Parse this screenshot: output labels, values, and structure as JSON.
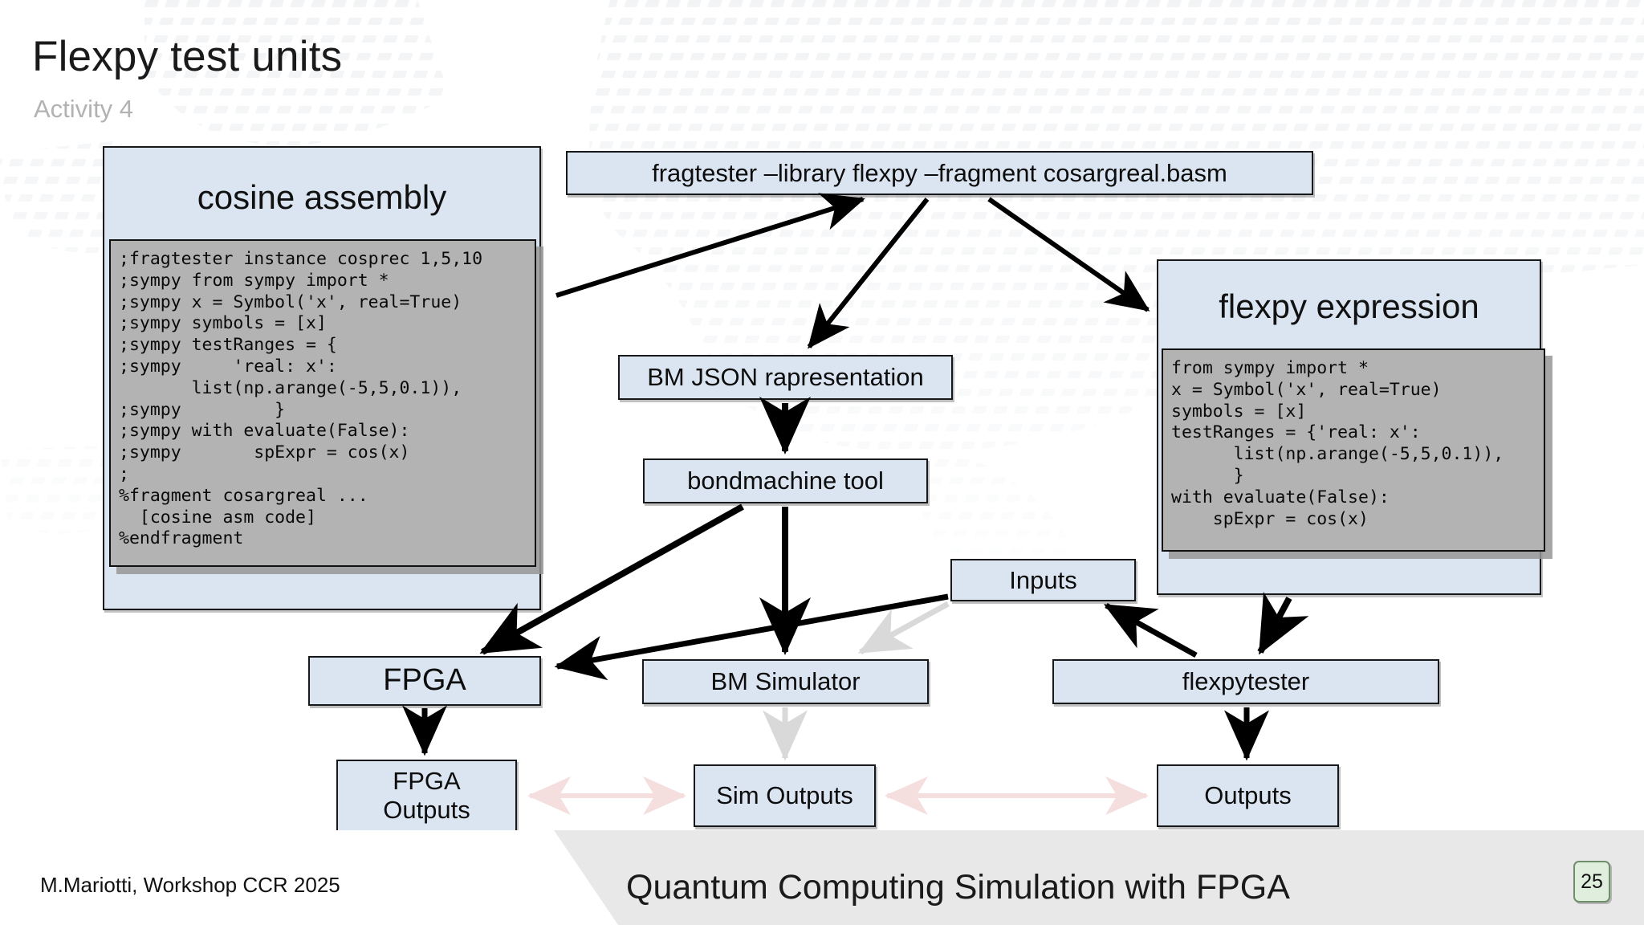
{
  "header": {
    "title": "Flexpy test units",
    "subtitle": "Activity 4"
  },
  "panels": {
    "cosine_assembly": {
      "title": "cosine assembly",
      "code": ";fragtester instance cosprec 1,5,10\n;sympy from sympy import *\n;sympy x = Symbol('x', real=True)\n;sympy symbols = [x]\n;sympy testRanges = {\n;sympy     'real: x':\n       list(np.arange(-5,5,0.1)),\n;sympy         }\n;sympy with evaluate(False):\n;sympy       spExpr = cos(x)\n;\n%fragment cosargreal ...\n  [cosine asm code]\n%endfragment"
    },
    "flexpy_expression": {
      "title": "flexpy expression",
      "code": "from sympy import *\nx = Symbol('x', real=True)\nsymbols = [x]\ntestRanges = {'real: x':\n      list(np.arange(-5,5,0.1)),\n      }\nwith evaluate(False):\n    spExpr = cos(x)"
    }
  },
  "boxes": {
    "command": "fragtester –library flexpy –fragment cosargreal.basm",
    "bm_json": "BM JSON rapresentation",
    "bondmachine_tool": "bondmachine tool",
    "inputs": "Inputs",
    "fpga": "FPGA",
    "bm_simulator": "BM Simulator",
    "flexpytester": "flexpytester",
    "fpga_outputs": "FPGA\nOutputs",
    "sim_outputs": "Sim Outputs",
    "outputs": "Outputs"
  },
  "footer": {
    "author": "M.Mariotti, Workshop CCR 2025",
    "center": "Quantum Computing Simulation with FPGA",
    "page": "25"
  },
  "colors": {
    "box_fill": "#dbe5f1",
    "box_border": "#17181a",
    "code_fill": "#b3b3b3",
    "arrow_dark": "#000000",
    "arrow_light_gray": "#d9d9d9",
    "arrow_light_pink": "#f2dede",
    "subtitle": "#b2b2b2",
    "footer_band": "#e8e8e8",
    "page_badge": "#dfeedd"
  },
  "chart_data": {
    "type": "diagram",
    "title": "Flexpy test units workflow",
    "nodes": [
      {
        "id": "cosine_assembly",
        "label": "cosine assembly",
        "kind": "panel"
      },
      {
        "id": "command",
        "label": "fragtester –library flexpy –fragment cosargreal.basm",
        "kind": "box"
      },
      {
        "id": "flexpy_expression",
        "label": "flexpy expression",
        "kind": "panel"
      },
      {
        "id": "bm_json",
        "label": "BM JSON rapresentation",
        "kind": "box"
      },
      {
        "id": "bondmachine_tool",
        "label": "bondmachine tool",
        "kind": "box"
      },
      {
        "id": "inputs",
        "label": "Inputs",
        "kind": "box"
      },
      {
        "id": "fpga",
        "label": "FPGA",
        "kind": "box"
      },
      {
        "id": "bm_simulator",
        "label": "BM Simulator",
        "kind": "box"
      },
      {
        "id": "flexpytester",
        "label": "flexpytester",
        "kind": "box"
      },
      {
        "id": "fpga_outputs",
        "label": "FPGA Outputs",
        "kind": "box"
      },
      {
        "id": "sim_outputs",
        "label": "Sim Outputs",
        "kind": "box"
      },
      {
        "id": "outputs",
        "label": "Outputs",
        "kind": "box"
      }
    ],
    "edges": [
      {
        "from": "cosine_assembly",
        "to": "command",
        "style": "solid-dark"
      },
      {
        "from": "command",
        "to": "bm_json",
        "style": "solid-dark"
      },
      {
        "from": "command",
        "to": "flexpy_expression",
        "style": "solid-dark"
      },
      {
        "from": "bm_json",
        "to": "bondmachine_tool",
        "style": "solid-dark"
      },
      {
        "from": "bondmachine_tool",
        "to": "fpga",
        "style": "solid-dark"
      },
      {
        "from": "bondmachine_tool",
        "to": "bm_simulator",
        "style": "solid-dark"
      },
      {
        "from": "inputs",
        "to": "fpga",
        "style": "solid-dark"
      },
      {
        "from": "inputs",
        "to": "bm_simulator",
        "style": "solid-light-gray"
      },
      {
        "from": "flexpytester",
        "to": "inputs",
        "style": "solid-dark"
      },
      {
        "from": "flexpy_expression",
        "to": "flexpytester",
        "style": "solid-dark"
      },
      {
        "from": "fpga",
        "to": "fpga_outputs",
        "style": "solid-dark"
      },
      {
        "from": "bm_simulator",
        "to": "sim_outputs",
        "style": "solid-light-gray"
      },
      {
        "from": "flexpytester",
        "to": "outputs",
        "style": "solid-dark"
      },
      {
        "from": "fpga_outputs",
        "to": "sim_outputs",
        "style": "double-light-pink"
      },
      {
        "from": "sim_outputs",
        "to": "outputs",
        "style": "double-light-pink"
      }
    ]
  }
}
